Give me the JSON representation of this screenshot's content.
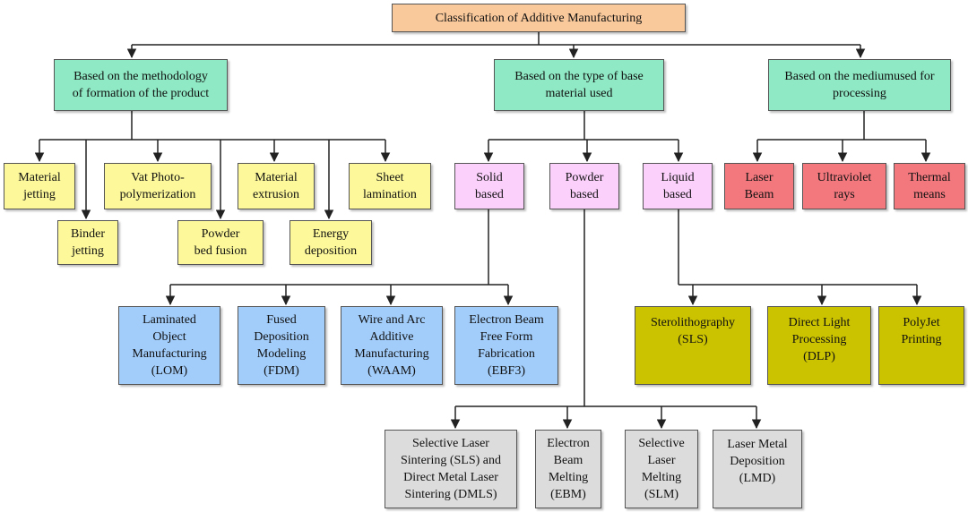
{
  "root": "Classification of Additive Manufacturing",
  "categories": {
    "methodology": "Based on the methodology\nof formation of the product",
    "material": "Based on the type of base\nmaterial used",
    "medium": "Based on the mediumused for\nprocessing"
  },
  "methods": {
    "material_jetting": "Material\njetting",
    "binder_jetting": "Binder\njetting",
    "vat_photopolymerization": "Vat Photo-\npolymerization",
    "powder_bed_fusion": "Powder\nbed fusion",
    "material_extrusion": "Material\nextrusion",
    "energy_deposition": "Energy\ndeposition",
    "sheet_lamination": "Sheet\nlamination"
  },
  "states": {
    "solid": "Solid\nbased",
    "powder": "Powder\nbased",
    "liquid": "Liquid\nbased"
  },
  "mediums": {
    "laser": "Laser\nBeam",
    "ultraviolet": "Ultraviolet\nrays",
    "thermal": "Thermal\nmeans"
  },
  "solid_processes": {
    "lom": "Laminated\nObject\nManufacturing\n(LOM)",
    "fdm": "Fused\nDeposition\nModeling\n(FDM)",
    "waam": "Wire and Arc\nAdditive\nManufacturing\n(WAAM)",
    "ebf3": "Electron Beam\nFree Form\nFabrication\n(EBF3)"
  },
  "liquid_processes": {
    "sla": "Sterolithography\n(SLS)",
    "dlp": "Direct Light\nProcessing\n(DLP)",
    "polyjet": "PolyJet\nPrinting"
  },
  "powder_processes": {
    "sls_dmls": "Selective Laser\nSintering (SLS) and\nDirect Metal Laser\nSintering (DMLS)",
    "ebm": "Electron\nBeam\nMelting\n(EBM)",
    "slm": "Selective\nLaser\nMelting\n(SLM)",
    "lmd": "Laser Metal\nDeposition\n(LMD)"
  }
}
